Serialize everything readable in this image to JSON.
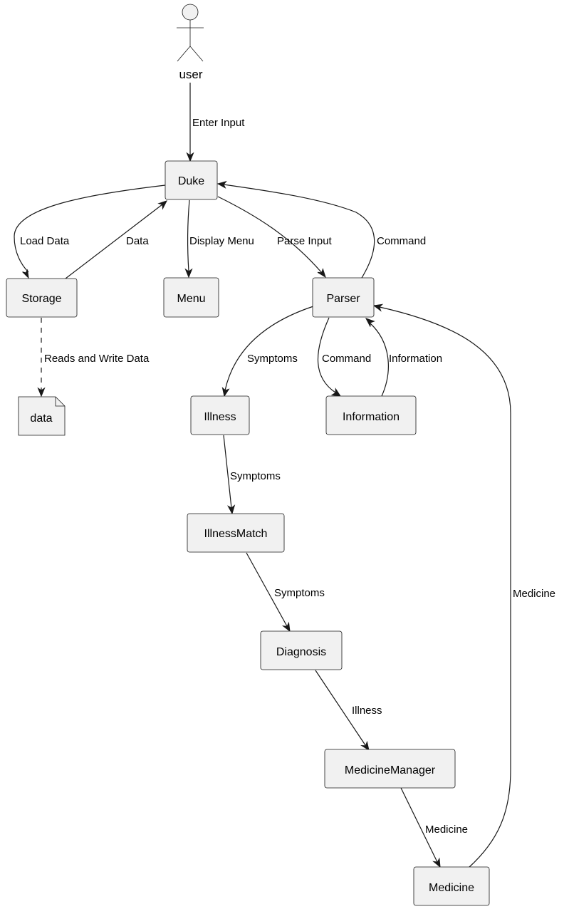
{
  "actor": {
    "label": "user"
  },
  "nodes": {
    "duke": "Duke",
    "storage": "Storage",
    "menu": "Menu",
    "parser": "Parser",
    "data": "data",
    "illness": "Illness",
    "information": "Information",
    "illness_match": "IllnessMatch",
    "diagnosis": "Diagnosis",
    "medicine_manager": "MedicineManager",
    "medicine": "Medicine"
  },
  "edges": {
    "user_duke": "Enter Input",
    "duke_storage": "Load Data",
    "storage_duke": "Data",
    "duke_menu": "Display Menu",
    "duke_parser": "Parse Input",
    "parser_duke": "Command",
    "storage_data": "Reads and Write Data",
    "parser_illness": "Symptoms",
    "parser_information": "Command",
    "information_parser": "Information",
    "illness_illnessmatch": "Symptoms",
    "illnessmatch_diagnosis": "Symptoms",
    "diagnosis_medicinemanager": "Illness",
    "medicinemanager_medicine": "Medicine",
    "medicine_parser": "Medicine"
  }
}
